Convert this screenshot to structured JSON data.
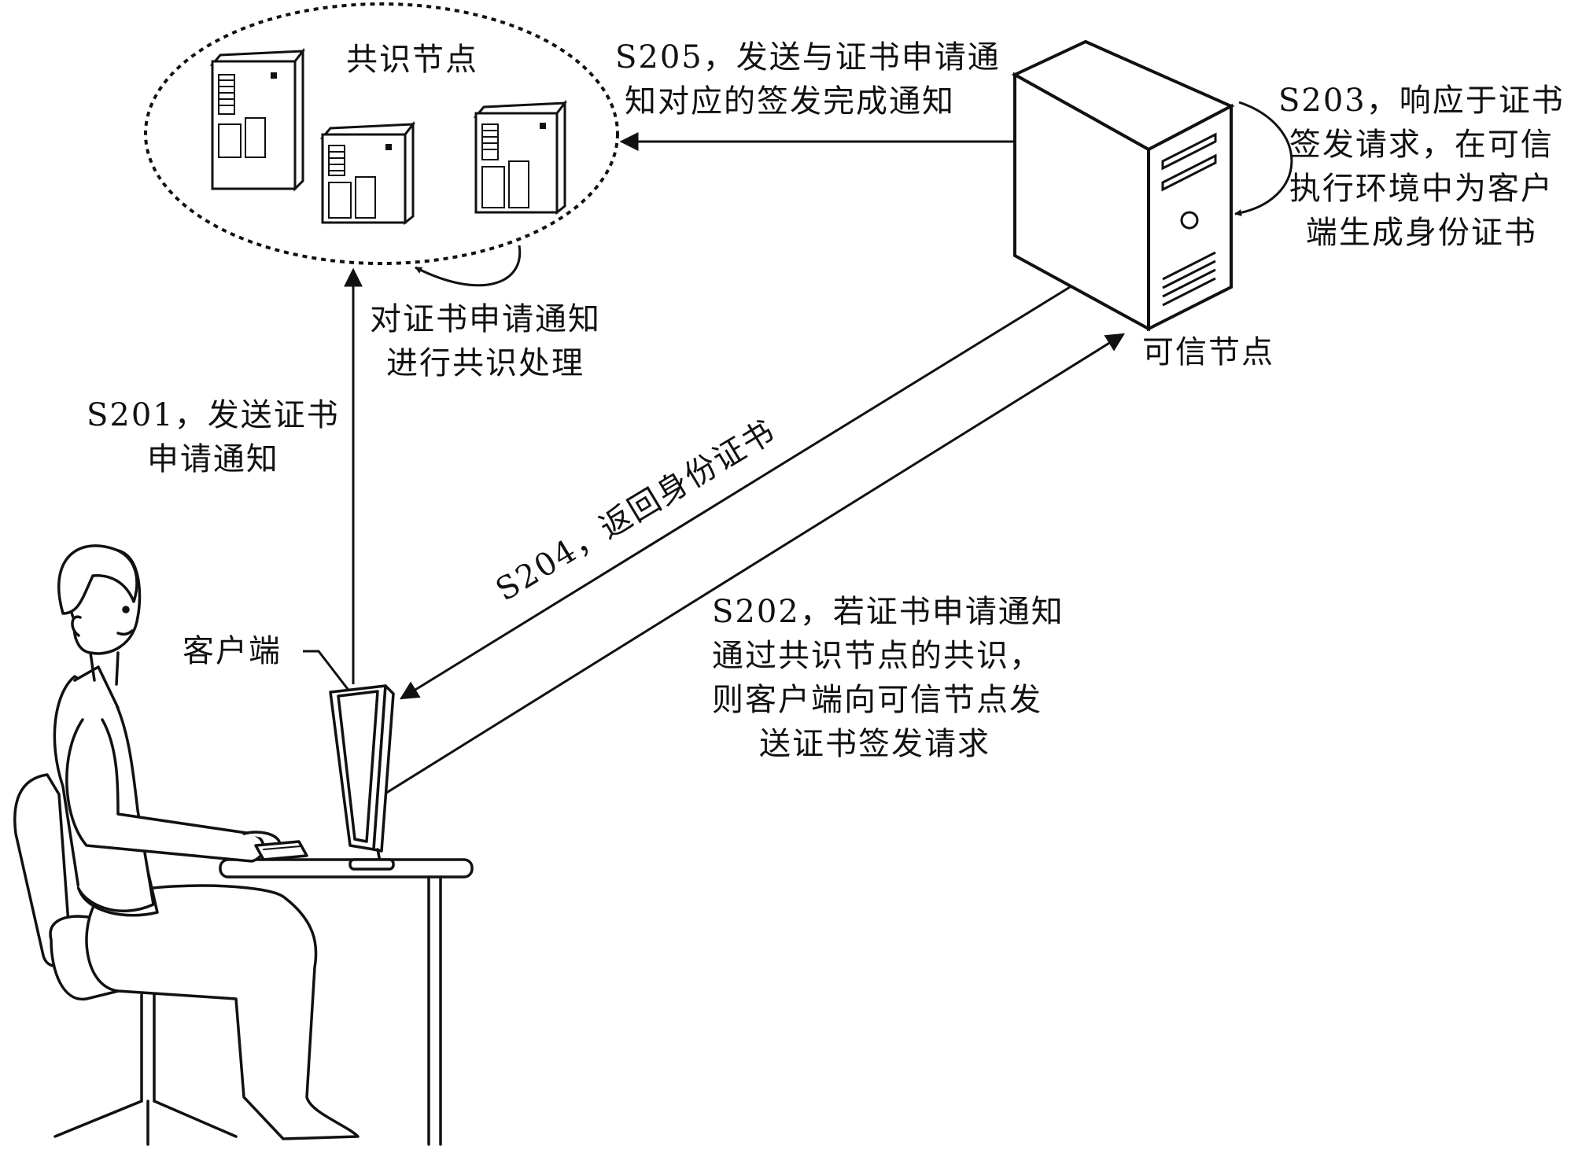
{
  "nodes": {
    "consensus_label": "共识节点",
    "trusted_label": "可信节点",
    "client_label": "客户端"
  },
  "steps": {
    "s201": [
      "S201，发送证书",
      "申请通知"
    ],
    "consensus_process": [
      "对证书申请通知",
      "进行共识处理"
    ],
    "s202": [
      "S202，若证书申请通知",
      "通过共识节点的共识，",
      "则客户端向可信节点发",
      "送证书签发请求"
    ],
    "s203": [
      "S203，响应于证书",
      "签发请求，在可信",
      "执行环境中为客户",
      "端生成身份证书"
    ],
    "s204": "S204，返回身份证书",
    "s205": [
      "S205，发送与证书申请通",
      "知对应的签发完成通知"
    ]
  }
}
